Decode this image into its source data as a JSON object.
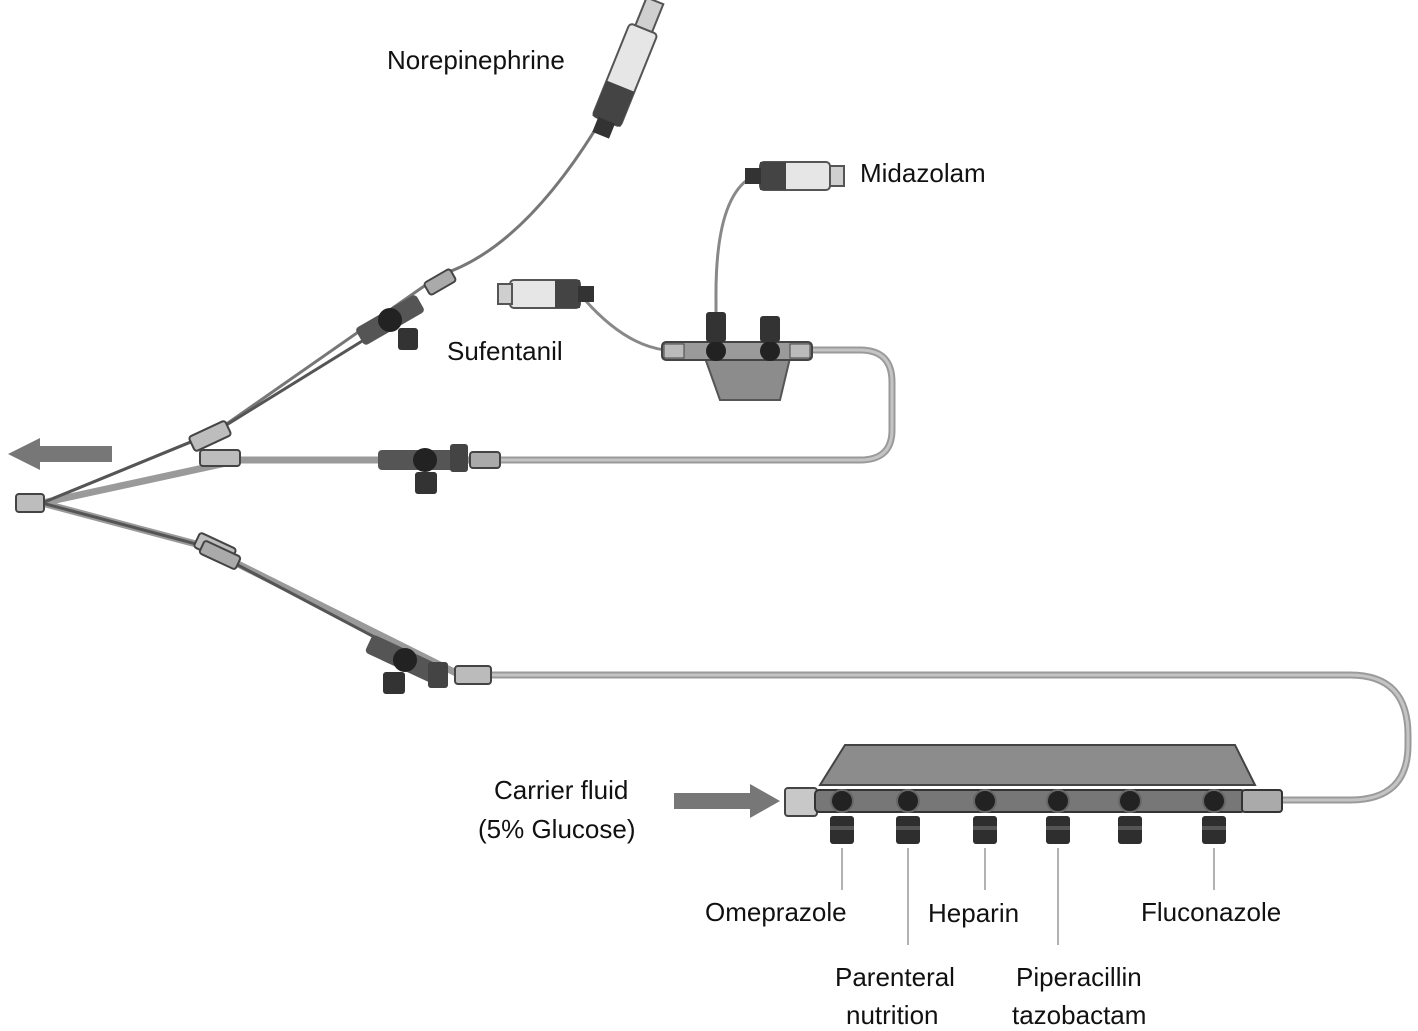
{
  "labels": {
    "norepinephrine": "Norepinephrine",
    "midazolam": "Midazolam",
    "sufentanil": "Sufentanil",
    "carrier_line1": "Carrier fluid",
    "carrier_line2": "(5% Glucose)",
    "omeprazole": "Omeprazole",
    "heparin": "Heparin",
    "fluconazole": "Fluconazole",
    "parenteral_line1": "Parenteral",
    "parenteral_line2": "nutrition",
    "piperacillin_line1": "Piperacillin",
    "piperacillin_line2": "tazobactam"
  },
  "colors": {
    "tube": "#9a9a9a",
    "tube_dark": "#6e6e6e",
    "connector": "#3a3a3a",
    "manifold": "#8c8c8c",
    "arrow": "#7a7a7a",
    "syringe_body": "#e6e6e6"
  }
}
